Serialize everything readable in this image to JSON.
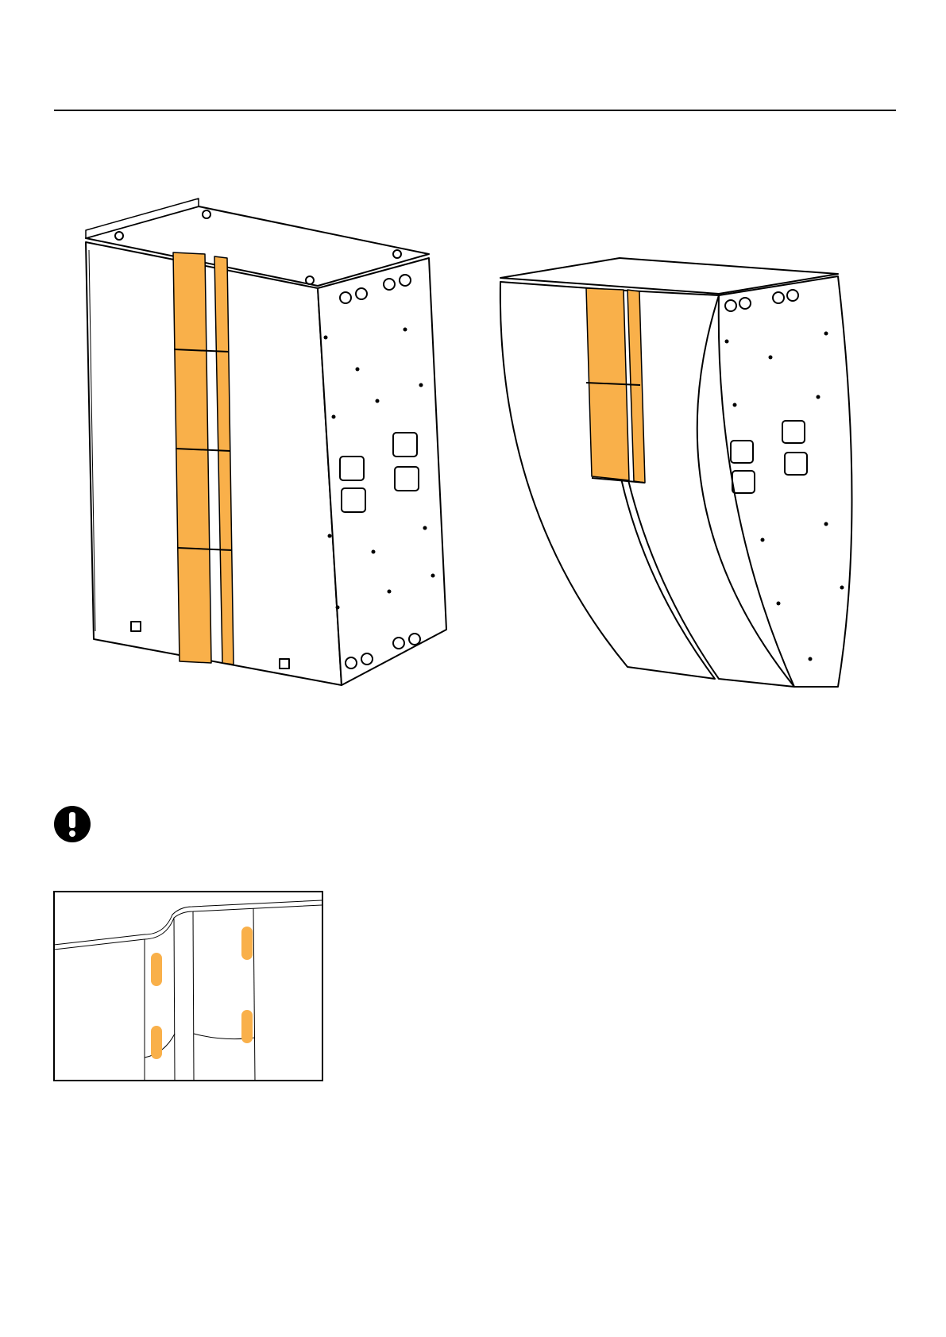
{
  "page": {
    "accent_color": "#F9B04A",
    "line_color": "#000000"
  },
  "icons": {
    "warning": "exclamation-circle-icon"
  },
  "figures": {
    "straight_enclosure": "speaker-enclosure-straight-illustration",
    "curved_enclosure": "speaker-enclosure-curved-illustration",
    "detail_inset": "grille-joint-detail-illustration"
  }
}
